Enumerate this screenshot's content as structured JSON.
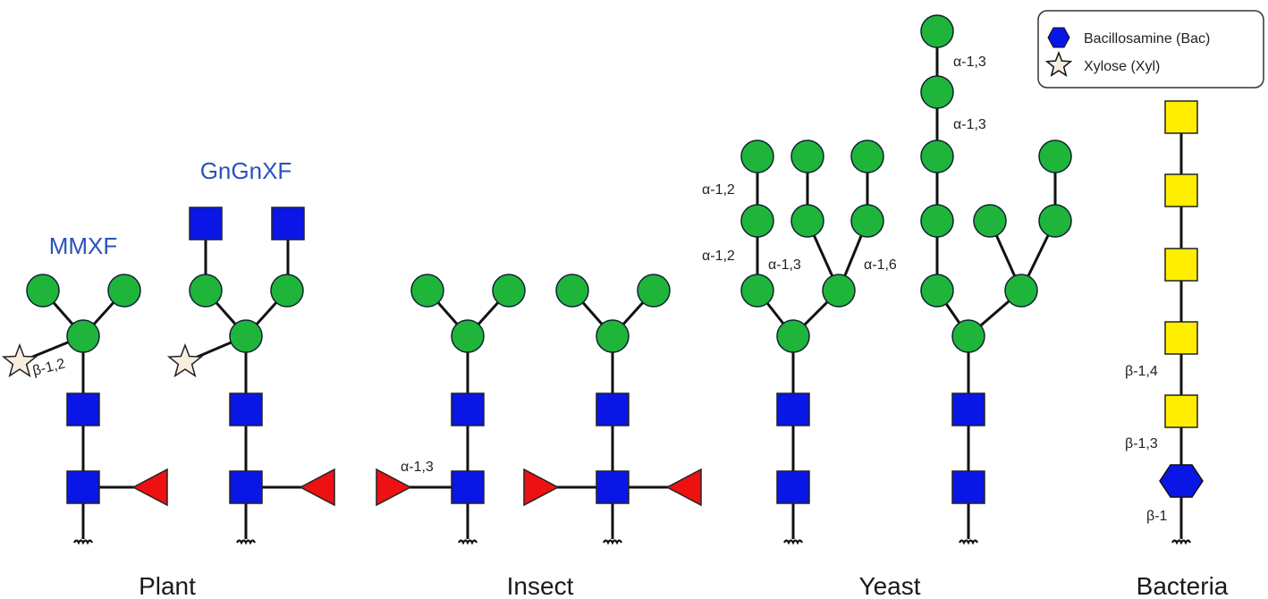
{
  "colors": {
    "mannose": "#1fb53a",
    "glcnac": "#0a16e6",
    "fucose": "#ee1111",
    "xylose": "#f7eee0",
    "galactose_yellow": "#ffee00",
    "bacillosamine": "#0a16e6",
    "title_blue": "#2a52be"
  },
  "legend": {
    "items": [
      {
        "symbol": "hexagon",
        "label": "Bacillosamine (Bac)"
      },
      {
        "symbol": "star",
        "label": "Xylose (Xyl)"
      }
    ]
  },
  "groups": [
    {
      "label": "Plant"
    },
    {
      "label": "Insect"
    },
    {
      "label": "Yeast"
    },
    {
      "label": "Bacteria"
    }
  ],
  "structures": {
    "mmxf": {
      "title": "MMXF",
      "linkage_xyl": "β-1,2"
    },
    "gngnxf": {
      "title": "GnGnXF"
    },
    "insect1": {
      "linkage_fuc": "α-1,3"
    },
    "yeast1": {
      "linkages": [
        "α-1,2",
        "α-1,2",
        "α-1,3",
        "α-1,6"
      ]
    },
    "yeast2": {
      "linkages": [
        "α-1,3",
        "α-1,3"
      ]
    },
    "bacteria": {
      "linkages": [
        "β-1,4",
        "β-1,3",
        "β-1"
      ]
    }
  }
}
